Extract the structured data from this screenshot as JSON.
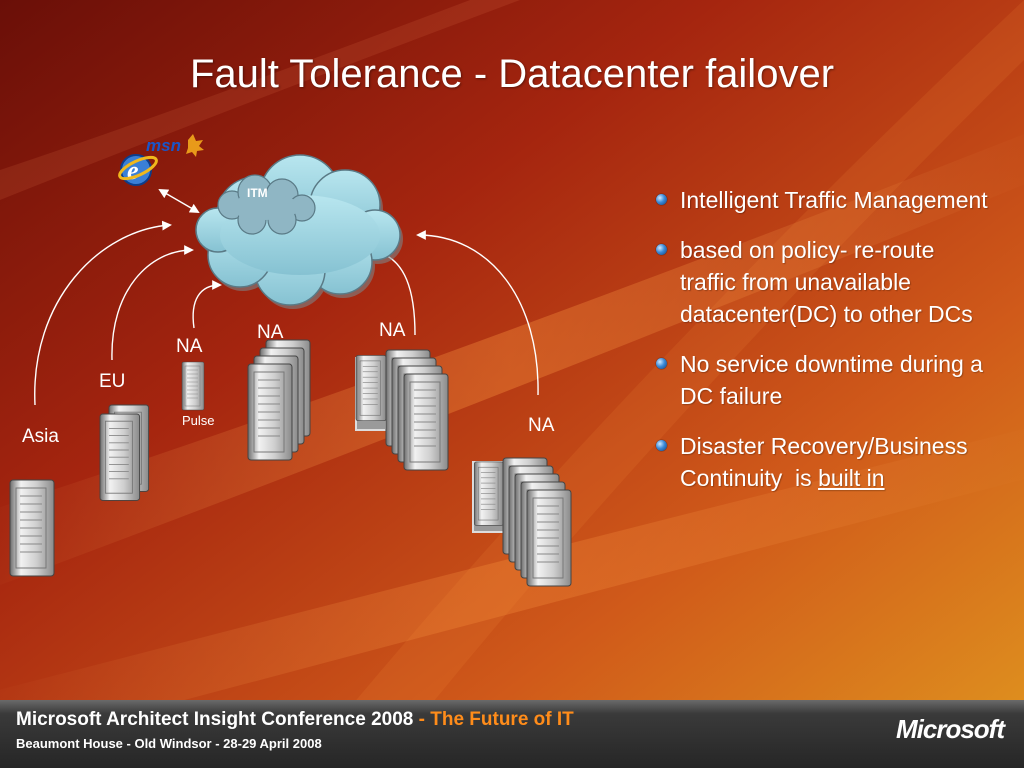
{
  "slide": {
    "title": "Fault Tolerance - Datacenter failover"
  },
  "diagram": {
    "cloud_label": "ITM",
    "msn_logo_text": "msn",
    "site_labels": {
      "asia": "Asia",
      "eu": "EU",
      "na_pulse": "NA",
      "pulse": "Pulse",
      "na_center": "NA",
      "na_right": "NA",
      "na_far_right": "NA"
    }
  },
  "bullets": [
    {
      "text": "Intelligent Traffic Management"
    },
    {
      "text": "based on policy- re-route traffic from unavailable datacenter(DC) to other DCs"
    },
    {
      "text": "No service downtime during a DC failure"
    },
    {
      "text": "Disaster Recovery/Business Continuity  is ",
      "link": "built in"
    }
  ],
  "footer": {
    "conference": "Microsoft Architect Insight Conference 2008",
    "separator": " - ",
    "tagline": "The Future of IT",
    "location": "Beaumont House - Old Windsor - 28-29 April 2008",
    "logo": "Microsoft"
  },
  "colors": {
    "background_dark": "#5a0d07",
    "background_light": "#e0861e",
    "cloud_fill": "#9fd4e0",
    "footer_accent": "#ff8c1a",
    "bullet_blue": "#3a8ad8"
  },
  "icons": [
    "ie-msn-icon",
    "cloud-icon",
    "server-icon",
    "bullet-icon"
  ]
}
